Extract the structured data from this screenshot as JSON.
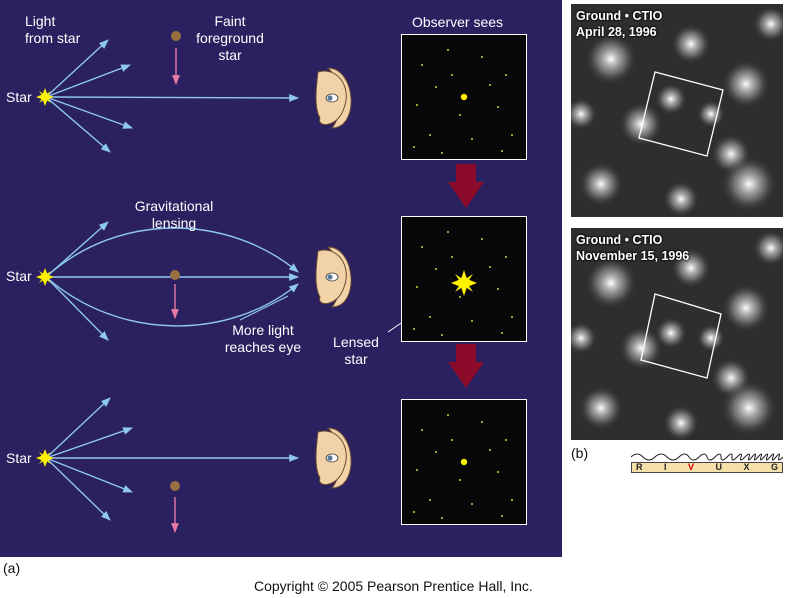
{
  "panel_a": {
    "label": "(a)",
    "light_from_star": [
      "Light",
      "from star"
    ],
    "faint_star": [
      "Faint",
      "foreground",
      "star"
    ],
    "observer_sees": "Observer sees",
    "star_label": "Star",
    "grav_lensing": [
      "Gravitational",
      "lensing"
    ],
    "more_light": [
      "More light",
      "reaches eye"
    ],
    "lensed_star": [
      "Lensed",
      "star"
    ]
  },
  "panel_b": {
    "label": "(b)",
    "photo1": {
      "line1": "Ground • CTIO",
      "line2": "April 28, 1996"
    },
    "photo2": {
      "line1": "Ground • CTIO",
      "line2": "November 15, 1996"
    },
    "spectrum_bands": [
      "R",
      "I",
      "V",
      "U",
      "X",
      "G"
    ],
    "highlighted_band": "V"
  },
  "copyright": "Copyright © 2005 Pearson Prentice Hall, Inc.",
  "colors": {
    "background_panel": "#2b2060",
    "ray": "#8ec8ef",
    "arrow_pink": "#e879a8",
    "star": "#fff200",
    "foreground_star": "#9b7040",
    "big_arrow": "#8c0a2a",
    "face": "#f2d3a8",
    "highlight_v": "#cc0000"
  }
}
